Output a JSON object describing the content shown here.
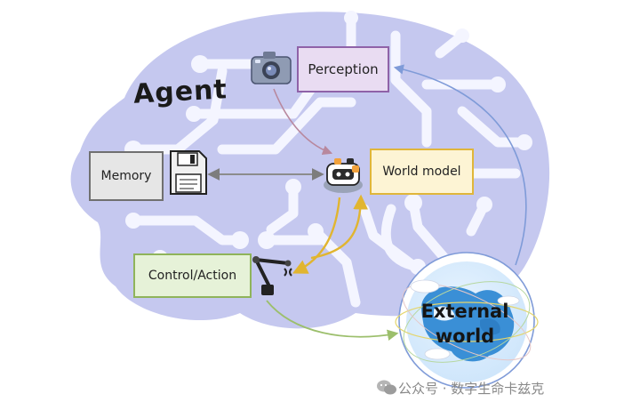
{
  "diagram": {
    "title": "Agent",
    "nodes": {
      "perception": "Perception",
      "memory": "Memory",
      "world_model": "World model",
      "control_action": "Control/Action",
      "external_world_line1": "External",
      "external_world_line2": "world"
    }
  },
  "watermark": {
    "text": "公众号 · 数字生命卡兹克"
  },
  "colors": {
    "brain_fill": "#c5c8ef",
    "circuit": "#f4f5ff",
    "perception_fill": "#e9dcf2",
    "perception_border": "#8f62a8",
    "memory_fill": "#e6e6e6",
    "world_model_fill": "#fdf4d4",
    "world_model_border": "#e0b63a",
    "control_fill": "#e6f2d8",
    "control_border": "#8fb45a",
    "arrow_gray": "#8c8c8c",
    "arrow_gold": "#e1b530",
    "arrow_green": "#9cbf6c",
    "arrow_purple": "#b8889e",
    "globe_blue": "#3a8fd6"
  },
  "icons": [
    "camera-icon",
    "floppy-disk-icon",
    "robot-icon",
    "robot-arm-icon",
    "globe-icon",
    "wechat-icon"
  ]
}
